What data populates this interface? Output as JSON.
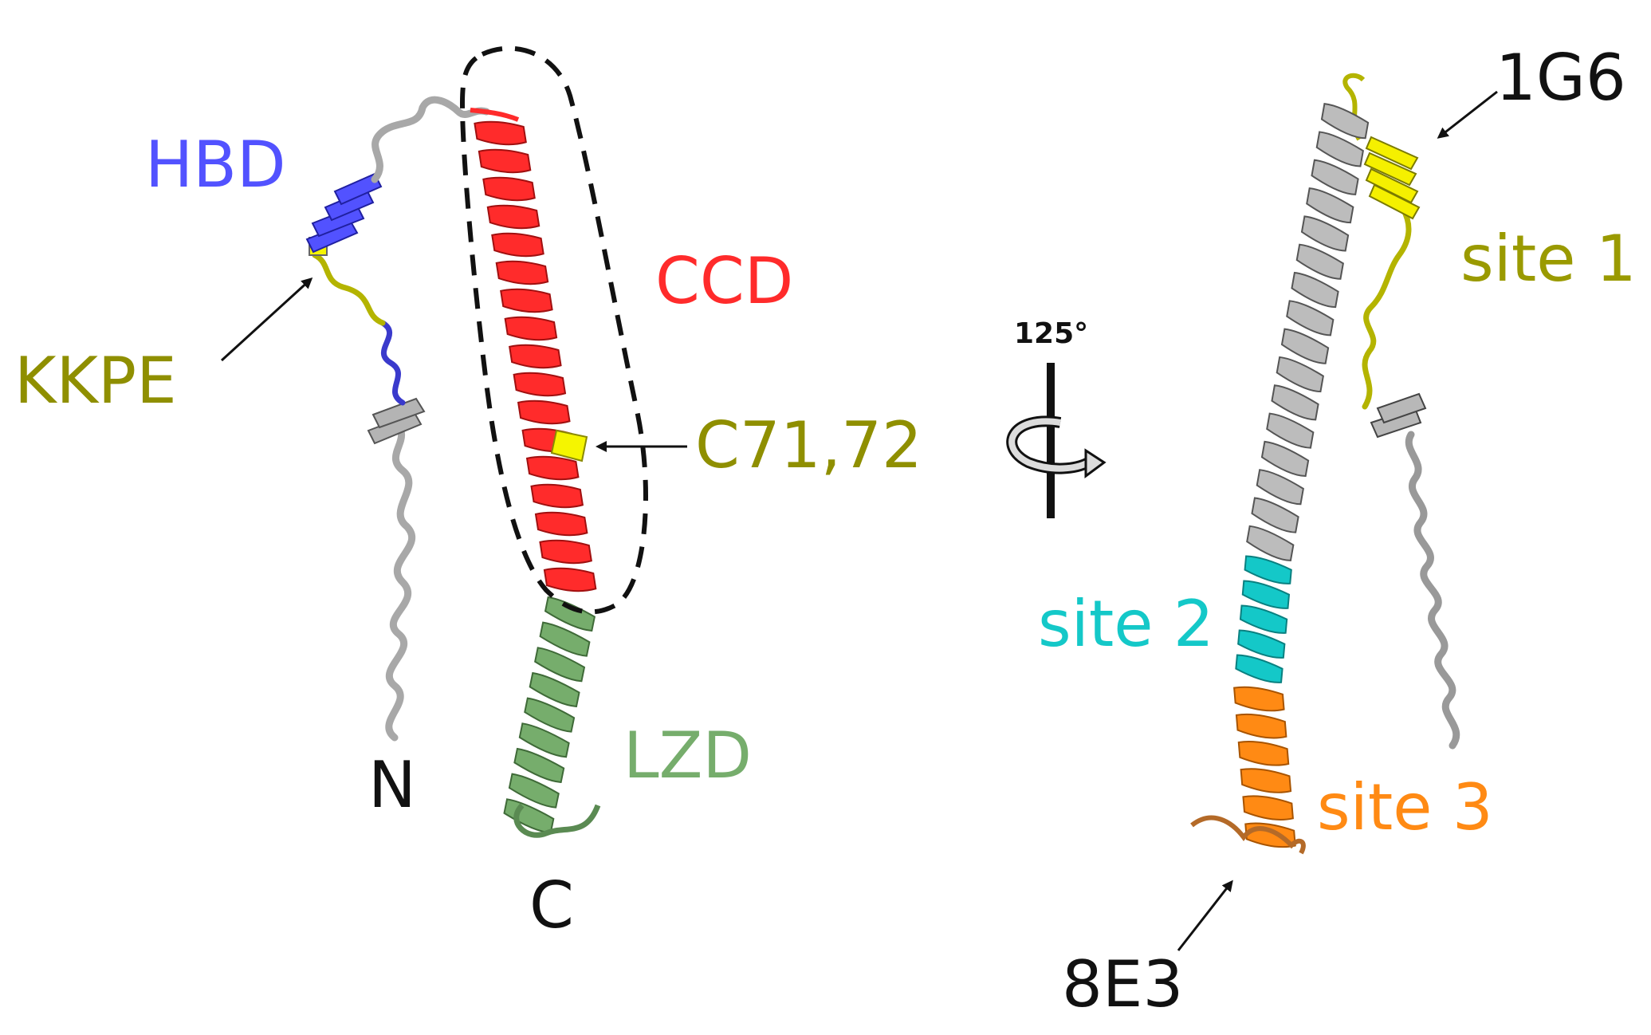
{
  "labels": {
    "hbd": "HBD",
    "kkpe": "KKPE",
    "ccd": "CCD",
    "c7172": "C71,72",
    "lzd": "LZD",
    "n_term": "N",
    "c_term": "C",
    "rotation": "125°",
    "ab_1g6": "1G6",
    "site1": "site 1",
    "site2": "site 2",
    "site3": "site 3",
    "ab_8e3": "8E3"
  },
  "colors": {
    "hbd": "#5252ff",
    "kkpe": "#8f8f00",
    "ccd": "#ff2b2b",
    "c7172_marker": "#f5f500",
    "lzd": "#76ad6c",
    "site1": "#9a9a00",
    "site2": "#14c8c8",
    "site3": "#ff8a14",
    "neutral": "#a8a8a8",
    "text_dark": "#111111"
  },
  "icons": {
    "rotation": "rotation-arrow-icon"
  }
}
